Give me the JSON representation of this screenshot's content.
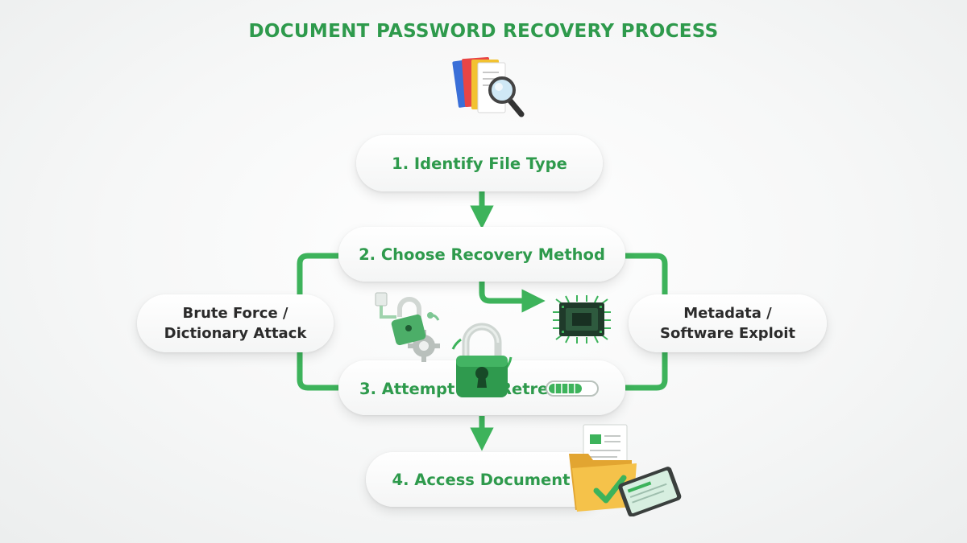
{
  "title": "DOCUMENT PASSWORD RECOVERY PROCESS",
  "steps": [
    {
      "label": "1. Identify File Type"
    },
    {
      "label": "2. Choose Recovery Method"
    },
    {
      "label": "3. Attempt",
      "suffix": "Retre"
    },
    {
      "label": "4. Access Document"
    }
  ],
  "methods": {
    "left": {
      "line1": "Brute Force /",
      "line2": "Dictionary Attack"
    },
    "right": {
      "line1": "Metadata /",
      "line2": "Software Exploit"
    }
  },
  "progress": {
    "fraction": 0.7
  },
  "colors": {
    "accent": "#2e9a4c",
    "connector": "#3db35b",
    "text_dark": "#2b2b2b"
  },
  "icons": {
    "step1": "document-search-icon",
    "step2": "microchip-icon",
    "step3": "padlock-icon",
    "step3b": "gear-padlock-icon",
    "step4": "folder-tablet-icon"
  }
}
